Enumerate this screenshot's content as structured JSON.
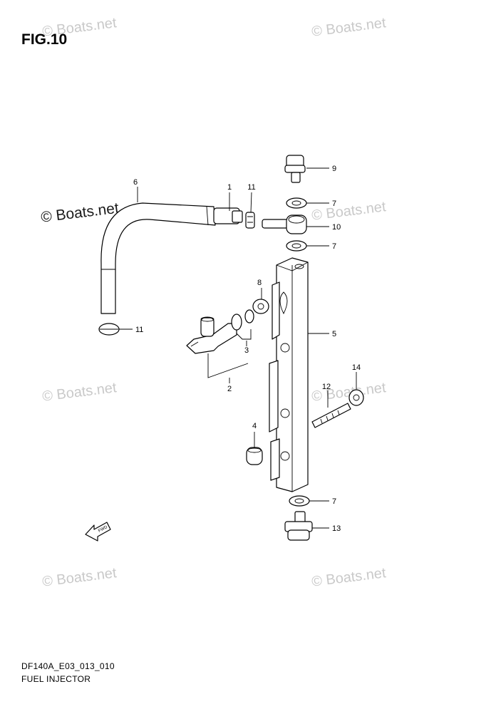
{
  "figure": {
    "title": "FIG.10"
  },
  "footer": {
    "code": "DF140A_E03_013_010",
    "name": "FUEL INJECTOR"
  },
  "watermark": {
    "text": "© Boats.net"
  },
  "callouts": [
    "1",
    "2",
    "3",
    "4",
    "5",
    "6",
    "7",
    "8",
    "9",
    "10",
    "11",
    "12",
    "13",
    "14"
  ],
  "fwd_label": "FWD",
  "colors": {
    "ink": "#000000",
    "watermark": "#c9c9c9",
    "background": "#ffffff"
  }
}
